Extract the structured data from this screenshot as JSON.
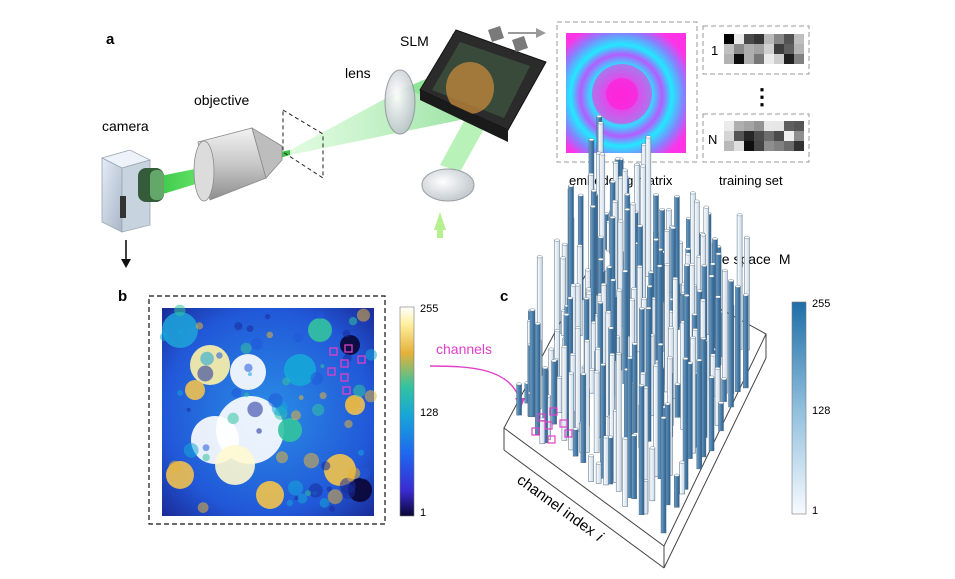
{
  "panel_a": {
    "letter": "a",
    "camera": "camera",
    "objective": "objective",
    "lens": "lens",
    "slm": "SLM",
    "embedding_matrix": "embedding matrix",
    "training_set": "training set",
    "row_first": "1",
    "row_last": "N",
    "dots": "⋮"
  },
  "panel_b": {
    "letter": "b",
    "channels": "channels",
    "colorbar": {
      "max": "255",
      "mid": "128",
      "min": "1"
    }
  },
  "panel_c": {
    "letter": "c",
    "title": "feature space",
    "title_symbol": "M",
    "axis_label": "channel index",
    "axis_symbol": "i",
    "colorbar": {
      "max": "255",
      "mid": "128",
      "min": "1"
    }
  },
  "colors": {
    "laser_green": "#3fd84a",
    "magenta": "#e040c8",
    "colorbar_blue": "#1f6ea8"
  }
}
